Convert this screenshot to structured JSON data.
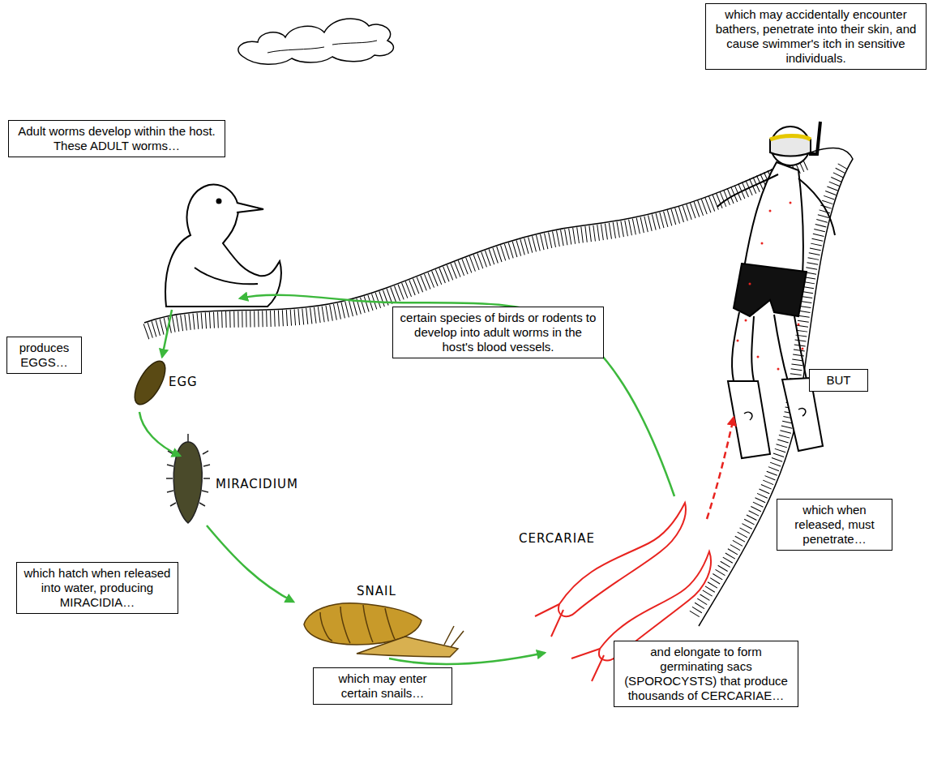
{
  "diagram": {
    "nodes": [
      {
        "text": [
          "Adult worms develop within the host. These ADULT worms…"
        ]
      },
      {
        "text": [
          "produces EGGS…"
        ]
      },
      {
        "text": [
          "which hatch when released into water, producing MIRACIDIA…"
        ]
      },
      {
        "text": [
          "which may enter certain snails…"
        ]
      },
      {
        "text": [
          "and elongate to form germinating sacs (SPOROCYSTS) that produce thousands of CERCARIAE…"
        ]
      },
      {
        "text": [
          "which when released, must penetrate…"
        ]
      },
      {
        "text": [
          "certain species of birds or rodents to develop into adult worms in the host's blood vessels."
        ]
      },
      {
        "text": [
          "BUT"
        ]
      },
      {
        "text": [
          "which may accidentally encounter bathers, penetrate into their skin, and cause swimmer's itch in sensitive individuals."
        ]
      }
    ],
    "labels": [
      "EGG",
      "MIRACIDIUM",
      "SNAIL",
      "CERCARIAE"
    ]
  }
}
